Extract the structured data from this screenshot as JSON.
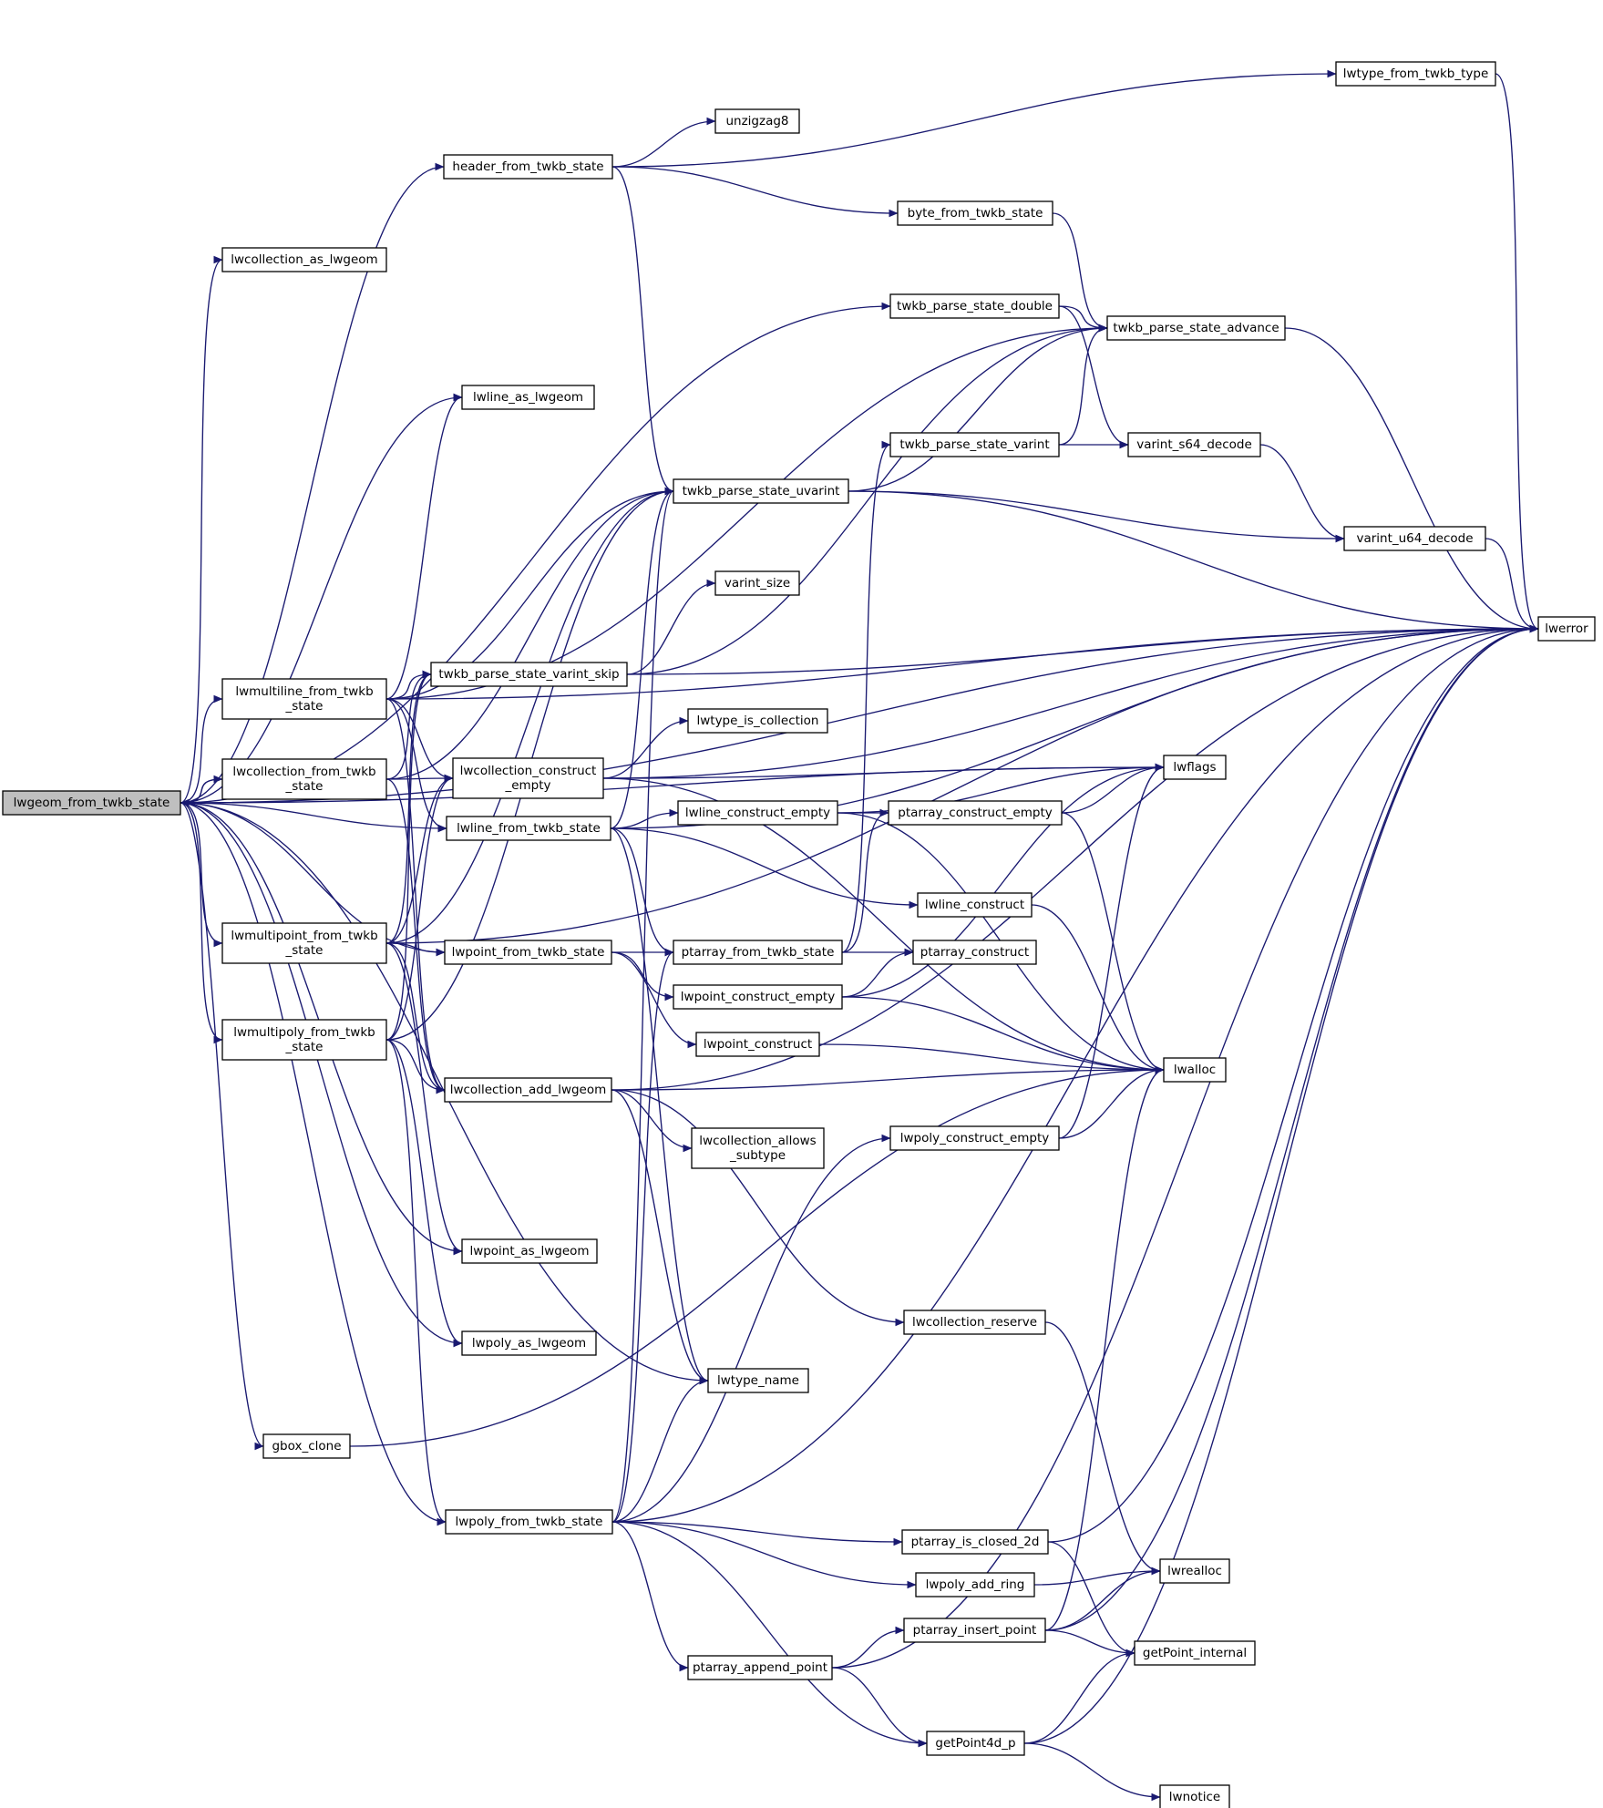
{
  "colors": {
    "edge": "#191970",
    "node_border": "#000000",
    "node_border_truncated": "#ff0000",
    "root_fill": "#bfbfbf",
    "node_fill": "#ffffff"
  },
  "nodes": [
    {
      "id": "root",
      "lines": [
        "lwgeom_from_twkb_state"
      ],
      "style": "root"
    },
    {
      "id": "header_from_twkb_state",
      "lines": [
        "header_from_twkb_state"
      ]
    },
    {
      "id": "lwcollection_as_lwgeom",
      "lines": [
        "lwcollection_as_lwgeom"
      ]
    },
    {
      "id": "lwline_as_lwgeom",
      "lines": [
        "lwline_as_lwgeom"
      ]
    },
    {
      "id": "lwmultiline_from_twkb_state",
      "lines": [
        "lwmultiline_from_twkb",
        "_state"
      ]
    },
    {
      "id": "lwcollection_from_twkb_state",
      "lines": [
        "lwcollection_from_twkb",
        "_state"
      ]
    },
    {
      "id": "lwmultipoint_from_twkb_state",
      "lines": [
        "lwmultipoint_from_twkb",
        "_state"
      ]
    },
    {
      "id": "lwmultipoly_from_twkb_state",
      "lines": [
        "lwmultipoly_from_twkb",
        "_state"
      ]
    },
    {
      "id": "twkb_parse_state_varint_skip",
      "lines": [
        "twkb_parse_state_varint_skip"
      ]
    },
    {
      "id": "lwcollection_construct_empty",
      "lines": [
        "lwcollection_construct",
        "_empty"
      ]
    },
    {
      "id": "lwline_from_twkb_state",
      "lines": [
        "lwline_from_twkb_state"
      ]
    },
    {
      "id": "lwpoint_from_twkb_state",
      "lines": [
        "lwpoint_from_twkb_state"
      ]
    },
    {
      "id": "lwcollection_add_lwgeom",
      "lines": [
        "lwcollection_add_lwgeom"
      ]
    },
    {
      "id": "lwpoint_as_lwgeom",
      "lines": [
        "lwpoint_as_lwgeom"
      ]
    },
    {
      "id": "lwpoly_as_lwgeom",
      "lines": [
        "lwpoly_as_lwgeom"
      ]
    },
    {
      "id": "gbox_clone",
      "lines": [
        "gbox_clone"
      ]
    },
    {
      "id": "lwpoly_from_twkb_state",
      "lines": [
        "lwpoly_from_twkb_state"
      ]
    },
    {
      "id": "unzigzag8",
      "lines": [
        "unzigzag8"
      ]
    },
    {
      "id": "twkb_parse_state_uvarint",
      "lines": [
        "twkb_parse_state_uvarint"
      ]
    },
    {
      "id": "varint_size",
      "lines": [
        "varint_size"
      ]
    },
    {
      "id": "lwtype_is_collection",
      "lines": [
        "lwtype_is_collection"
      ]
    },
    {
      "id": "lwline_construct_empty",
      "lines": [
        "lwline_construct_empty"
      ]
    },
    {
      "id": "ptarray_from_twkb_state",
      "lines": [
        "ptarray_from_twkb_state"
      ]
    },
    {
      "id": "lwpoint_construct_empty",
      "lines": [
        "lwpoint_construct_empty"
      ]
    },
    {
      "id": "lwpoint_construct",
      "lines": [
        "lwpoint_construct"
      ]
    },
    {
      "id": "lwcollection_allows_subtype",
      "lines": [
        "lwcollection_allows",
        "_subtype"
      ]
    },
    {
      "id": "lwtype_name",
      "lines": [
        "lwtype_name"
      ]
    },
    {
      "id": "ptarray_append_point",
      "lines": [
        "ptarray_append_point"
      ]
    },
    {
      "id": "byte_from_twkb_state",
      "lines": [
        "byte_from_twkb_state"
      ]
    },
    {
      "id": "twkb_parse_state_double",
      "lines": [
        "twkb_parse_state_double"
      ]
    },
    {
      "id": "twkb_parse_state_varint",
      "lines": [
        "twkb_parse_state_varint"
      ]
    },
    {
      "id": "ptarray_construct_empty",
      "lines": [
        "ptarray_construct_empty"
      ],
      "style": "truncated"
    },
    {
      "id": "lwline_construct",
      "lines": [
        "lwline_construct"
      ]
    },
    {
      "id": "ptarray_construct",
      "lines": [
        "ptarray_construct"
      ],
      "style": "truncated"
    },
    {
      "id": "lwpoly_construct_empty",
      "lines": [
        "lwpoly_construct_empty"
      ]
    },
    {
      "id": "lwcollection_reserve",
      "lines": [
        "lwcollection_reserve"
      ]
    },
    {
      "id": "ptarray_is_closed_2d",
      "lines": [
        "ptarray_is_closed_2d"
      ]
    },
    {
      "id": "lwpoly_add_ring",
      "lines": [
        "lwpoly_add_ring"
      ]
    },
    {
      "id": "ptarray_insert_point",
      "lines": [
        "ptarray_insert_point"
      ],
      "style": "truncated"
    },
    {
      "id": "getPoint4d_p",
      "lines": [
        "getPoint4d_p"
      ]
    },
    {
      "id": "lwtype_from_twkb_type",
      "lines": [
        "lwtype_from_twkb_type"
      ]
    },
    {
      "id": "twkb_parse_state_advance",
      "lines": [
        "twkb_parse_state_advance"
      ]
    },
    {
      "id": "varint_s64_decode",
      "lines": [
        "varint_s64_decode"
      ],
      "style": "truncated"
    },
    {
      "id": "varint_u64_decode",
      "lines": [
        "varint_u64_decode"
      ]
    },
    {
      "id": "lwflags",
      "lines": [
        "lwflags"
      ]
    },
    {
      "id": "lwalloc",
      "lines": [
        "lwalloc"
      ]
    },
    {
      "id": "lwrealloc",
      "lines": [
        "lwrealloc"
      ]
    },
    {
      "id": "getPoint_internal",
      "lines": [
        "getPoint_internal"
      ],
      "style": "truncated"
    },
    {
      "id": "lwnotice",
      "lines": [
        "lwnotice"
      ]
    },
    {
      "id": "lwerror",
      "lines": [
        "lwerror"
      ]
    }
  ],
  "edges": [
    [
      "root",
      "header_from_twkb_state"
    ],
    [
      "root",
      "lwcollection_as_lwgeom"
    ],
    [
      "root",
      "lwline_as_lwgeom"
    ],
    [
      "root",
      "lwmultiline_from_twkb_state"
    ],
    [
      "root",
      "lwcollection_from_twkb_state"
    ],
    [
      "root",
      "lwmultipoint_from_twkb_state"
    ],
    [
      "root",
      "lwmultipoly_from_twkb_state"
    ],
    [
      "root",
      "lwline_from_twkb_state"
    ],
    [
      "root",
      "lwpoint_from_twkb_state"
    ],
    [
      "root",
      "lwpoint_as_lwgeom"
    ],
    [
      "root",
      "lwpoly_as_lwgeom"
    ],
    [
      "root",
      "gbox_clone"
    ],
    [
      "root",
      "lwpoly_from_twkb_state"
    ],
    [
      "root",
      "lwtype_name"
    ],
    [
      "root",
      "twkb_parse_state_double"
    ],
    [
      "root",
      "lwflags"
    ],
    [
      "root",
      "lwerror"
    ],
    [
      "lwcollection_from_twkb_state",
      "root"
    ],
    [
      "header_from_twkb_state",
      "unzigzag8"
    ],
    [
      "header_from_twkb_state",
      "twkb_parse_state_uvarint"
    ],
    [
      "header_from_twkb_state",
      "byte_from_twkb_state"
    ],
    [
      "header_from_twkb_state",
      "lwtype_from_twkb_type"
    ],
    [
      "lwmultiline_from_twkb_state",
      "twkb_parse_state_varint_skip"
    ],
    [
      "lwmultiline_from_twkb_state",
      "lwcollection_construct_empty"
    ],
    [
      "lwmultiline_from_twkb_state",
      "lwline_from_twkb_state"
    ],
    [
      "lwmultiline_from_twkb_state",
      "lwcollection_add_lwgeom"
    ],
    [
      "lwmultiline_from_twkb_state",
      "twkb_parse_state_uvarint"
    ],
    [
      "lwmultiline_from_twkb_state",
      "lwline_as_lwgeom"
    ],
    [
      "lwmultiline_from_twkb_state",
      "twkb_parse_state_advance"
    ],
    [
      "lwmultiline_from_twkb_state",
      "lwerror"
    ],
    [
      "lwcollection_from_twkb_state",
      "twkb_parse_state_varint_skip"
    ],
    [
      "lwcollection_from_twkb_state",
      "lwcollection_construct_empty"
    ],
    [
      "lwcollection_from_twkb_state",
      "lwcollection_add_lwgeom"
    ],
    [
      "lwcollection_from_twkb_state",
      "twkb_parse_state_uvarint"
    ],
    [
      "lwmultipoint_from_twkb_state",
      "twkb_parse_state_varint_skip"
    ],
    [
      "lwmultipoint_from_twkb_state",
      "lwcollection_construct_empty"
    ],
    [
      "lwmultipoint_from_twkb_state",
      "lwpoint_from_twkb_state"
    ],
    [
      "lwmultipoint_from_twkb_state",
      "lwcollection_add_lwgeom"
    ],
    [
      "lwmultipoint_from_twkb_state",
      "lwpoint_as_lwgeom"
    ],
    [
      "lwmultipoint_from_twkb_state",
      "twkb_parse_state_uvarint"
    ],
    [
      "lwmultipoint_from_twkb_state",
      "lwerror"
    ],
    [
      "lwmultipoly_from_twkb_state",
      "twkb_parse_state_varint_skip"
    ],
    [
      "lwmultipoly_from_twkb_state",
      "lwcollection_construct_empty"
    ],
    [
      "lwmultipoly_from_twkb_state",
      "lwcollection_add_lwgeom"
    ],
    [
      "lwmultipoly_from_twkb_state",
      "lwpoly_from_twkb_state"
    ],
    [
      "lwmultipoly_from_twkb_state",
      "lwpoly_as_lwgeom"
    ],
    [
      "lwmultipoly_from_twkb_state",
      "twkb_parse_state_uvarint"
    ],
    [
      "twkb_parse_state_varint_skip",
      "varint_size"
    ],
    [
      "twkb_parse_state_varint_skip",
      "twkb_parse_state_advance"
    ],
    [
      "twkb_parse_state_varint_skip",
      "lwerror"
    ],
    [
      "lwcollection_construct_empty",
      "lwtype_is_collection"
    ],
    [
      "lwcollection_construct_empty",
      "lwflags"
    ],
    [
      "lwcollection_construct_empty",
      "lwalloc"
    ],
    [
      "lwcollection_construct_empty",
      "lwerror"
    ],
    [
      "lwline_from_twkb_state",
      "lwline_construct_empty"
    ],
    [
      "lwline_from_twkb_state",
      "ptarray_from_twkb_state"
    ],
    [
      "lwline_from_twkb_state",
      "lwline_construct"
    ],
    [
      "lwline_from_twkb_state",
      "lwtype_name"
    ],
    [
      "lwline_from_twkb_state",
      "twkb_parse_state_uvarint"
    ],
    [
      "lwline_from_twkb_state",
      "lwerror"
    ],
    [
      "lwpoint_from_twkb_state",
      "ptarray_from_twkb_state"
    ],
    [
      "lwpoint_from_twkb_state",
      "lwpoint_construct_empty"
    ],
    [
      "lwpoint_from_twkb_state",
      "lwpoint_construct"
    ],
    [
      "lwcollection_add_lwgeom",
      "lwcollection_allows_subtype"
    ],
    [
      "lwcollection_add_lwgeom",
      "lwtype_name"
    ],
    [
      "lwcollection_add_lwgeom",
      "lwcollection_reserve"
    ],
    [
      "lwcollection_add_lwgeom",
      "lwalloc"
    ],
    [
      "lwcollection_add_lwgeom",
      "lwerror"
    ],
    [
      "gbox_clone",
      "lwalloc"
    ],
    [
      "lwpoly_from_twkb_state",
      "lwpoly_construct_empty"
    ],
    [
      "lwpoly_from_twkb_state",
      "ptarray_from_twkb_state"
    ],
    [
      "lwpoly_from_twkb_state",
      "ptarray_is_closed_2d"
    ],
    [
      "lwpoly_from_twkb_state",
      "lwpoly_add_ring"
    ],
    [
      "lwpoly_from_twkb_state",
      "ptarray_append_point"
    ],
    [
      "lwpoly_from_twkb_state",
      "getPoint4d_p"
    ],
    [
      "lwpoly_from_twkb_state",
      "lwtype_name"
    ],
    [
      "lwpoly_from_twkb_state",
      "twkb_parse_state_uvarint"
    ],
    [
      "lwpoly_from_twkb_state",
      "lwerror"
    ],
    [
      "twkb_parse_state_uvarint",
      "varint_u64_decode"
    ],
    [
      "twkb_parse_state_uvarint",
      "twkb_parse_state_advance"
    ],
    [
      "twkb_parse_state_uvarint",
      "lwerror"
    ],
    [
      "lwline_construct_empty",
      "ptarray_construct_empty"
    ],
    [
      "lwline_construct_empty",
      "lwflags"
    ],
    [
      "lwline_construct_empty",
      "lwalloc"
    ],
    [
      "ptarray_from_twkb_state",
      "ptarray_construct"
    ],
    [
      "ptarray_from_twkb_state",
      "ptarray_construct_empty"
    ],
    [
      "ptarray_from_twkb_state",
      "twkb_parse_state_varint"
    ],
    [
      "lwpoint_construct_empty",
      "ptarray_construct"
    ],
    [
      "lwpoint_construct_empty",
      "lwflags"
    ],
    [
      "lwpoint_construct_empty",
      "lwalloc"
    ],
    [
      "lwpoint_construct",
      "lwalloc"
    ],
    [
      "ptarray_append_point",
      "ptarray_insert_point"
    ],
    [
      "ptarray_append_point",
      "getPoint4d_p"
    ],
    [
      "ptarray_append_point",
      "lwerror"
    ],
    [
      "byte_from_twkb_state",
      "twkb_parse_state_advance"
    ],
    [
      "twkb_parse_state_double",
      "twkb_parse_state_advance"
    ],
    [
      "twkb_parse_state_double",
      "varint_s64_decode"
    ],
    [
      "twkb_parse_state_varint",
      "varint_s64_decode"
    ],
    [
      "twkb_parse_state_varint",
      "twkb_parse_state_advance"
    ],
    [
      "ptarray_construct_empty",
      "lwflags"
    ],
    [
      "ptarray_construct_empty",
      "lwalloc"
    ],
    [
      "lwline_construct",
      "lwalloc"
    ],
    [
      "lwpoly_construct_empty",
      "lwalloc"
    ],
    [
      "lwpoly_construct_empty",
      "lwflags"
    ],
    [
      "lwcollection_reserve",
      "lwrealloc"
    ],
    [
      "ptarray_is_closed_2d",
      "getPoint_internal"
    ],
    [
      "ptarray_is_closed_2d",
      "lwerror"
    ],
    [
      "lwpoly_add_ring",
      "lwrealloc"
    ],
    [
      "ptarray_insert_point",
      "lwrealloc"
    ],
    [
      "ptarray_insert_point",
      "getPoint_internal"
    ],
    [
      "ptarray_insert_point",
      "lwalloc"
    ],
    [
      "ptarray_insert_point",
      "lwerror"
    ],
    [
      "getPoint4d_p",
      "getPoint_internal"
    ],
    [
      "getPoint4d_p",
      "lwnotice"
    ],
    [
      "getPoint4d_p",
      "lwerror"
    ],
    [
      "lwtype_from_twkb_type",
      "lwerror"
    ],
    [
      "twkb_parse_state_advance",
      "lwerror"
    ],
    [
      "varint_s64_decode",
      "varint_u64_decode"
    ],
    [
      "varint_u64_decode",
      "lwerror"
    ]
  ]
}
